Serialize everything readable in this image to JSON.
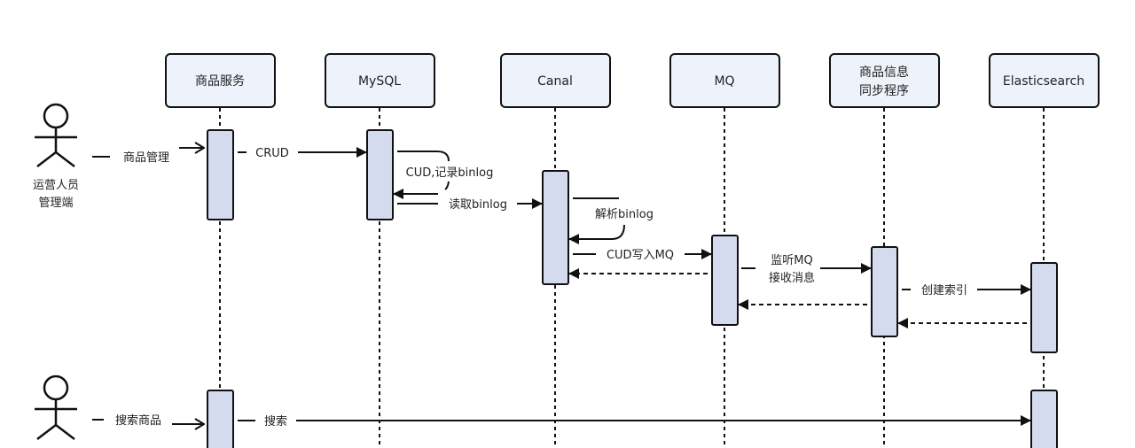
{
  "colors": {
    "participant_fill": "#eef2fb",
    "activation_fill": "#d5dbef",
    "stroke": "#111111",
    "text": "#222222"
  },
  "participants": [
    {
      "id": "product-service",
      "lines": [
        "商品服务"
      ]
    },
    {
      "id": "mysql",
      "lines": [
        "MySQL"
      ]
    },
    {
      "id": "canal",
      "lines": [
        "Canal"
      ]
    },
    {
      "id": "mq",
      "lines": [
        "MQ"
      ]
    },
    {
      "id": "sync-program",
      "lines": [
        "商品信息",
        "同步程序"
      ]
    },
    {
      "id": "elasticsearch",
      "lines": [
        "Elasticsearch"
      ]
    }
  ],
  "actors": [
    {
      "id": "admin-client",
      "lines": [
        "运营人员",
        "管理端"
      ]
    },
    {
      "id": "user",
      "lines": []
    }
  ],
  "messages": [
    {
      "id": "product-management",
      "from": "admin-client",
      "to": "product-service",
      "lines": [
        "商品管理"
      ],
      "style": "open-arrow"
    },
    {
      "id": "crud",
      "from": "product-service",
      "to": "mysql",
      "lines": [
        "CRUD"
      ],
      "style": "solid"
    },
    {
      "id": "cud-record-binlog",
      "from": "mysql",
      "to": "mysql",
      "lines": [
        "CUD,记录binlog"
      ],
      "style": "self"
    },
    {
      "id": "read-binlog",
      "from": "mysql",
      "to": "canal",
      "lines": [
        "读取binlog"
      ],
      "style": "solid"
    },
    {
      "id": "parse-binlog",
      "from": "canal",
      "to": "canal",
      "lines": [
        "解析binlog"
      ],
      "style": "self"
    },
    {
      "id": "cud-write-mq",
      "from": "canal",
      "to": "mq",
      "lines": [
        "CUD写入MQ"
      ],
      "style": "solid"
    },
    {
      "id": "mq-return",
      "from": "mq",
      "to": "canal",
      "lines": [],
      "style": "dashed"
    },
    {
      "id": "listen-mq",
      "from": "mq",
      "to": "sync-program",
      "lines": [
        "监听MQ",
        "接收消息"
      ],
      "style": "solid"
    },
    {
      "id": "create-index",
      "from": "sync-program",
      "to": "elasticsearch",
      "lines": [
        "创建索引"
      ],
      "style": "solid"
    },
    {
      "id": "sync-return",
      "from": "sync-program",
      "to": "mq",
      "lines": [],
      "style": "dashed"
    },
    {
      "id": "es-return",
      "from": "elasticsearch",
      "to": "sync-program",
      "lines": [],
      "style": "dashed"
    },
    {
      "id": "search-product",
      "from": "user",
      "to": "product-service",
      "lines": [
        "搜索商品"
      ],
      "style": "open-arrow"
    },
    {
      "id": "search",
      "from": "product-service",
      "to": "elasticsearch",
      "lines": [
        "搜索"
      ],
      "style": "solid"
    }
  ]
}
